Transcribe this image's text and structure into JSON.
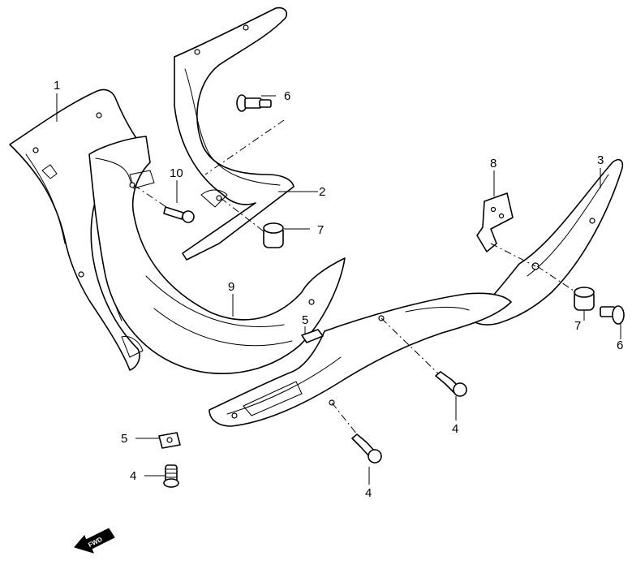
{
  "callouts": {
    "c1": "1",
    "c2": "2",
    "c3": "3",
    "c4a": "4",
    "c4b": "4",
    "c4c": "4",
    "c5a": "5",
    "c5b": "5",
    "c6a": "6",
    "c6b": "6",
    "c7a": "7",
    "c7b": "7",
    "c8": "8",
    "c9": "9",
    "c10": "10"
  },
  "fwd_label": "FWD"
}
